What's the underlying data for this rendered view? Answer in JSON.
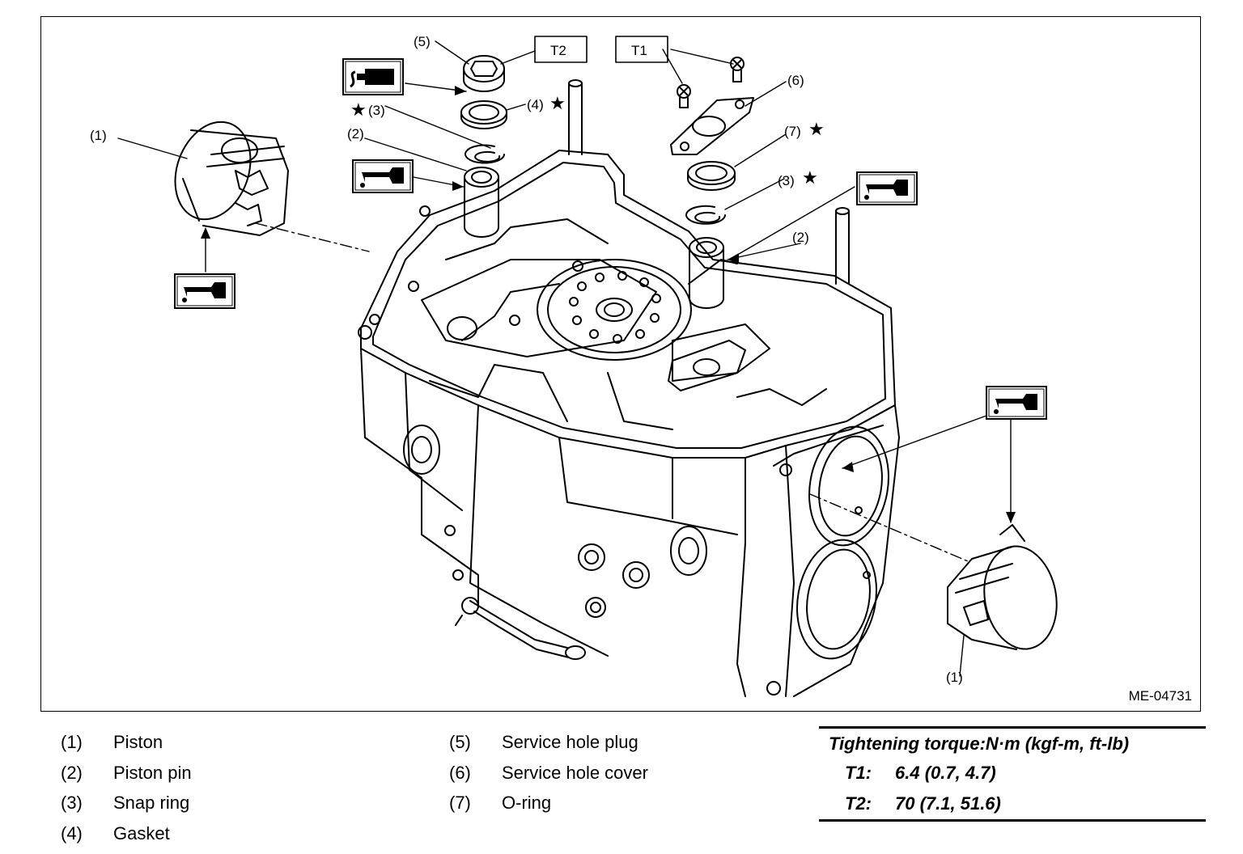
{
  "figure": {
    "id": "ME-04731",
    "callouts": {
      "piston_left": "(1)",
      "piston_right": "(1)",
      "pin_left": "(2)",
      "pin_right": "(2)",
      "snap_left": "(3)",
      "snap_right": "(3)",
      "gasket": "(4)",
      "plug": "(5)",
      "cover": "(6)",
      "oring": "(7)"
    },
    "star_symbol": "★",
    "tools": {
      "t1": "T1",
      "t2": "T2"
    }
  },
  "legend": {
    "left": [
      {
        "num": "(1)",
        "name": "Piston"
      },
      {
        "num": "(2)",
        "name": "Piston pin"
      },
      {
        "num": "(3)",
        "name": "Snap ring"
      },
      {
        "num": "(4)",
        "name": "Gasket"
      }
    ],
    "right": [
      {
        "num": "(5)",
        "name": "Service hole plug"
      },
      {
        "num": "(6)",
        "name": "Service hole cover"
      },
      {
        "num": "(7)",
        "name": "O-ring"
      }
    ]
  },
  "torque": {
    "title": "Tightening torque:N·m (kgf-m, ft-lb)",
    "rows": [
      {
        "key": "T1:",
        "value": "6.4 (0.7, 4.7)"
      },
      {
        "key": "T2:",
        "value": "70 (7.1, 51.6)"
      }
    ]
  }
}
